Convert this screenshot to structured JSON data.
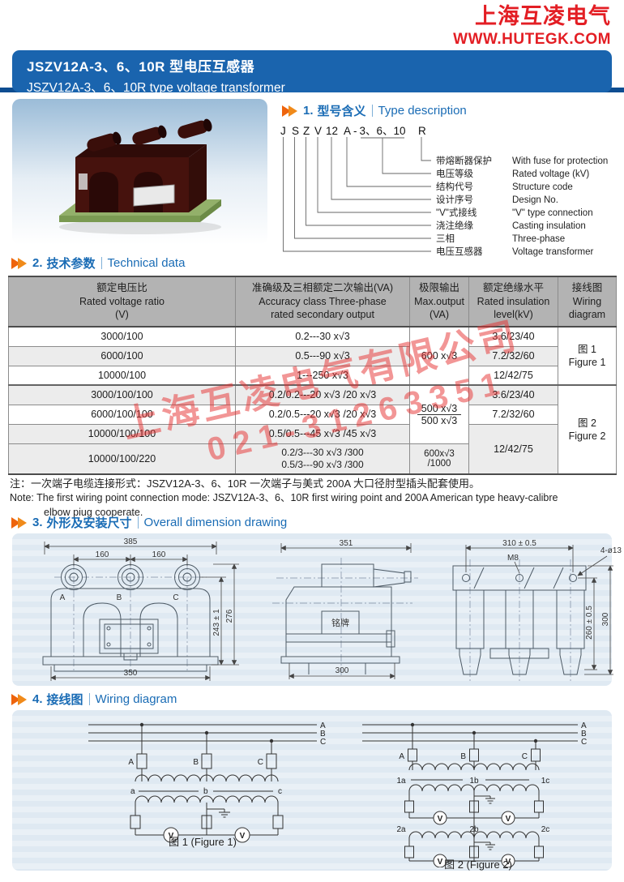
{
  "header": {
    "brand": "上海互凌电气",
    "website": "WWW.HUTEGK.COM"
  },
  "titlebar": {
    "zh": "JSZV12A-3、6、10R 型电压互感器",
    "en": "JSZV12A-3、6、10R type voltage transformer"
  },
  "sections": {
    "s1": {
      "num": "1.",
      "zh": "型号含义",
      "en": "Type description"
    },
    "s2": {
      "num": "2.",
      "zh": "技术参数",
      "en": "Technical data"
    },
    "s3": {
      "num": "3.",
      "zh": "外形及安装尺寸",
      "en": "Overall dimension drawing"
    },
    "s4": {
      "num": "4.",
      "zh": "接线图",
      "en": "Wiring diagram"
    }
  },
  "model": {
    "parts": [
      "J",
      "S",
      "Z",
      "V",
      "12",
      "A",
      "-",
      "3、6、10",
      "R"
    ]
  },
  "type_items": [
    {
      "zh": "带熔断器保护",
      "en": "With fuse for protection"
    },
    {
      "zh": "电压等级",
      "en": "Rated voltage (kV)"
    },
    {
      "zh": "结构代号",
      "en": "Structure code"
    },
    {
      "zh": "设计序号",
      "en": "Design No."
    },
    {
      "zh": "\"V\"式接线",
      "en": "\"V\" type connection"
    },
    {
      "zh": "浇注绝缘",
      "en": "Casting insulation"
    },
    {
      "zh": "三相",
      "en": "Three-phase"
    },
    {
      "zh": "电压互感器",
      "en": "Voltage transformer"
    }
  ],
  "table": {
    "h1": {
      "zh": "额定电压比",
      "en": "Rated voltage ratio",
      "unit": "(V)"
    },
    "h2": {
      "zh": "准确级及三相额定二次输出(VA)",
      "en1": "Accuracy class Three-phase",
      "en2": "rated secondary output"
    },
    "h3": {
      "zh": "极限输出",
      "en": "Max.output",
      "unit": "(VA)"
    },
    "h4": {
      "zh": "额定绝缘水平",
      "en": "Rated insulation",
      "en2": "level(kV)"
    },
    "h5": {
      "zh": "接线图",
      "en": "Wiring",
      "en2": "diagram"
    },
    "rows": [
      {
        "ratio": "3000/100",
        "acc": "0.2---30 x√3",
        "ins": "3.6/23/40"
      },
      {
        "ratio": "6000/100",
        "acc": "0.5---90 x√3",
        "ins": "7.2/32/60"
      },
      {
        "ratio": "10000/100",
        "acc": "1---250 x√3",
        "ins": "12/42/75"
      },
      {
        "ratio": "3000/100/100",
        "acc": "0.2/0.2---20 x√3 /20 x√3",
        "ins": "3.6/23/40"
      },
      {
        "ratio": "6000/100/100",
        "acc": "0.2/0.5---20 x√3 /20 x√3",
        "ins": "7.2/32/60"
      },
      {
        "ratio": "10000/100/100",
        "acc": "0.5/0.5---45 x√3 /45 x√3",
        "ins": "12/42/75"
      },
      {
        "ratio": "10000/100/220",
        "acc1": "0.2/3---30 x√3 /300",
        "acc2": "0.5/3---90 x√3 /300",
        "maxout": "600x√3 /1000"
      }
    ],
    "maxout_group1": "600 x√3",
    "maxout_group2_top": "500 x√3",
    "maxout_group2_bottom": "500 x√3",
    "fig1_zh": "图 1",
    "fig1_en": "Figure 1",
    "fig2_zh": "图 2",
    "fig2_en": "Figure 2"
  },
  "note": {
    "zh": "注：一次端子电缆连接形式：JSZV12A-3、6、10R 一次端子与美式 200A 大口径肘型插头配套使用。",
    "en1": "Note: The first wiring point connection mode: JSZV12A-3、6、10R first wiring point and 200A American type heavy-calibre",
    "en2": "elbow piug cooperate."
  },
  "watermark": {
    "line1": "上海互凌电气有限公司",
    "line2": "021-31263351"
  },
  "front_view": {
    "w385": "385",
    "w160a": "160",
    "w160b": "160",
    "a": "A",
    "b": "B",
    "c": "C",
    "h243": "243 ± 1",
    "h276": "276",
    "w350": "350"
  },
  "side_view": {
    "w351": "351",
    "nameplate": "铭牌",
    "w300": "300"
  },
  "rear_view": {
    "w310": "310 ± 0.5",
    "m8": "M8",
    "holes": "4-ø13",
    "h260": "260 ± 0.5",
    "h300": "300"
  },
  "fig1": {
    "busA": "A",
    "busB": "B",
    "busC": "C",
    "fuseA": "A",
    "fuseB": "B",
    "fuseC": "C",
    "ta": "a",
    "tb": "b",
    "tc": "c",
    "v1": "V",
    "v2": "V",
    "caption": "图 1 (Figure 1)"
  },
  "fig2": {
    "busA": "A",
    "busB": "B",
    "busC": "C",
    "fuseA": "A",
    "fuseB": "B",
    "fuseC": "C",
    "t1a": "1a",
    "t1b": "1b",
    "t1c": "1c",
    "t2a": "2a",
    "t2b": "2b",
    "t2c": "2c",
    "v1": "V",
    "v2": "V",
    "v3": "V",
    "v4": "V",
    "caption": "图 2 (Figure 2)"
  }
}
